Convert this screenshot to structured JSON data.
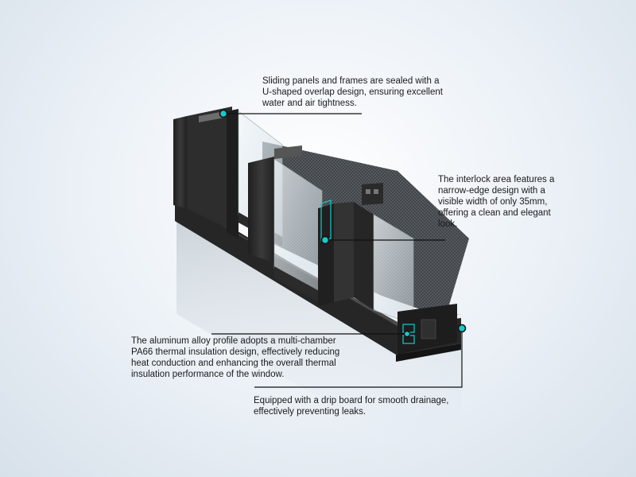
{
  "callouts": {
    "sealing": "Sliding panels and frames are sealed with a U-shaped overlap design, ensuring excellent water and air tightness.",
    "interlock": "The interlock area features a narrow-edge design with a visible width of only 35mm, offering a clean and elegant look.",
    "thermal": "The aluminum alloy profile adopts a multi-chamber PA66 thermal insulation design, effectively reducing heat conduction and enhancing the overall thermal insulation performance of the window.",
    "drainage": "Equipped with a drip board for smooth drainage, effectively preventing leaks."
  },
  "colors": {
    "frame": "#2b2b2b",
    "accent": "#19c9c9",
    "glass": "#dfe8ee"
  },
  "icons": {
    "marker": "callout-dot-icon"
  }
}
